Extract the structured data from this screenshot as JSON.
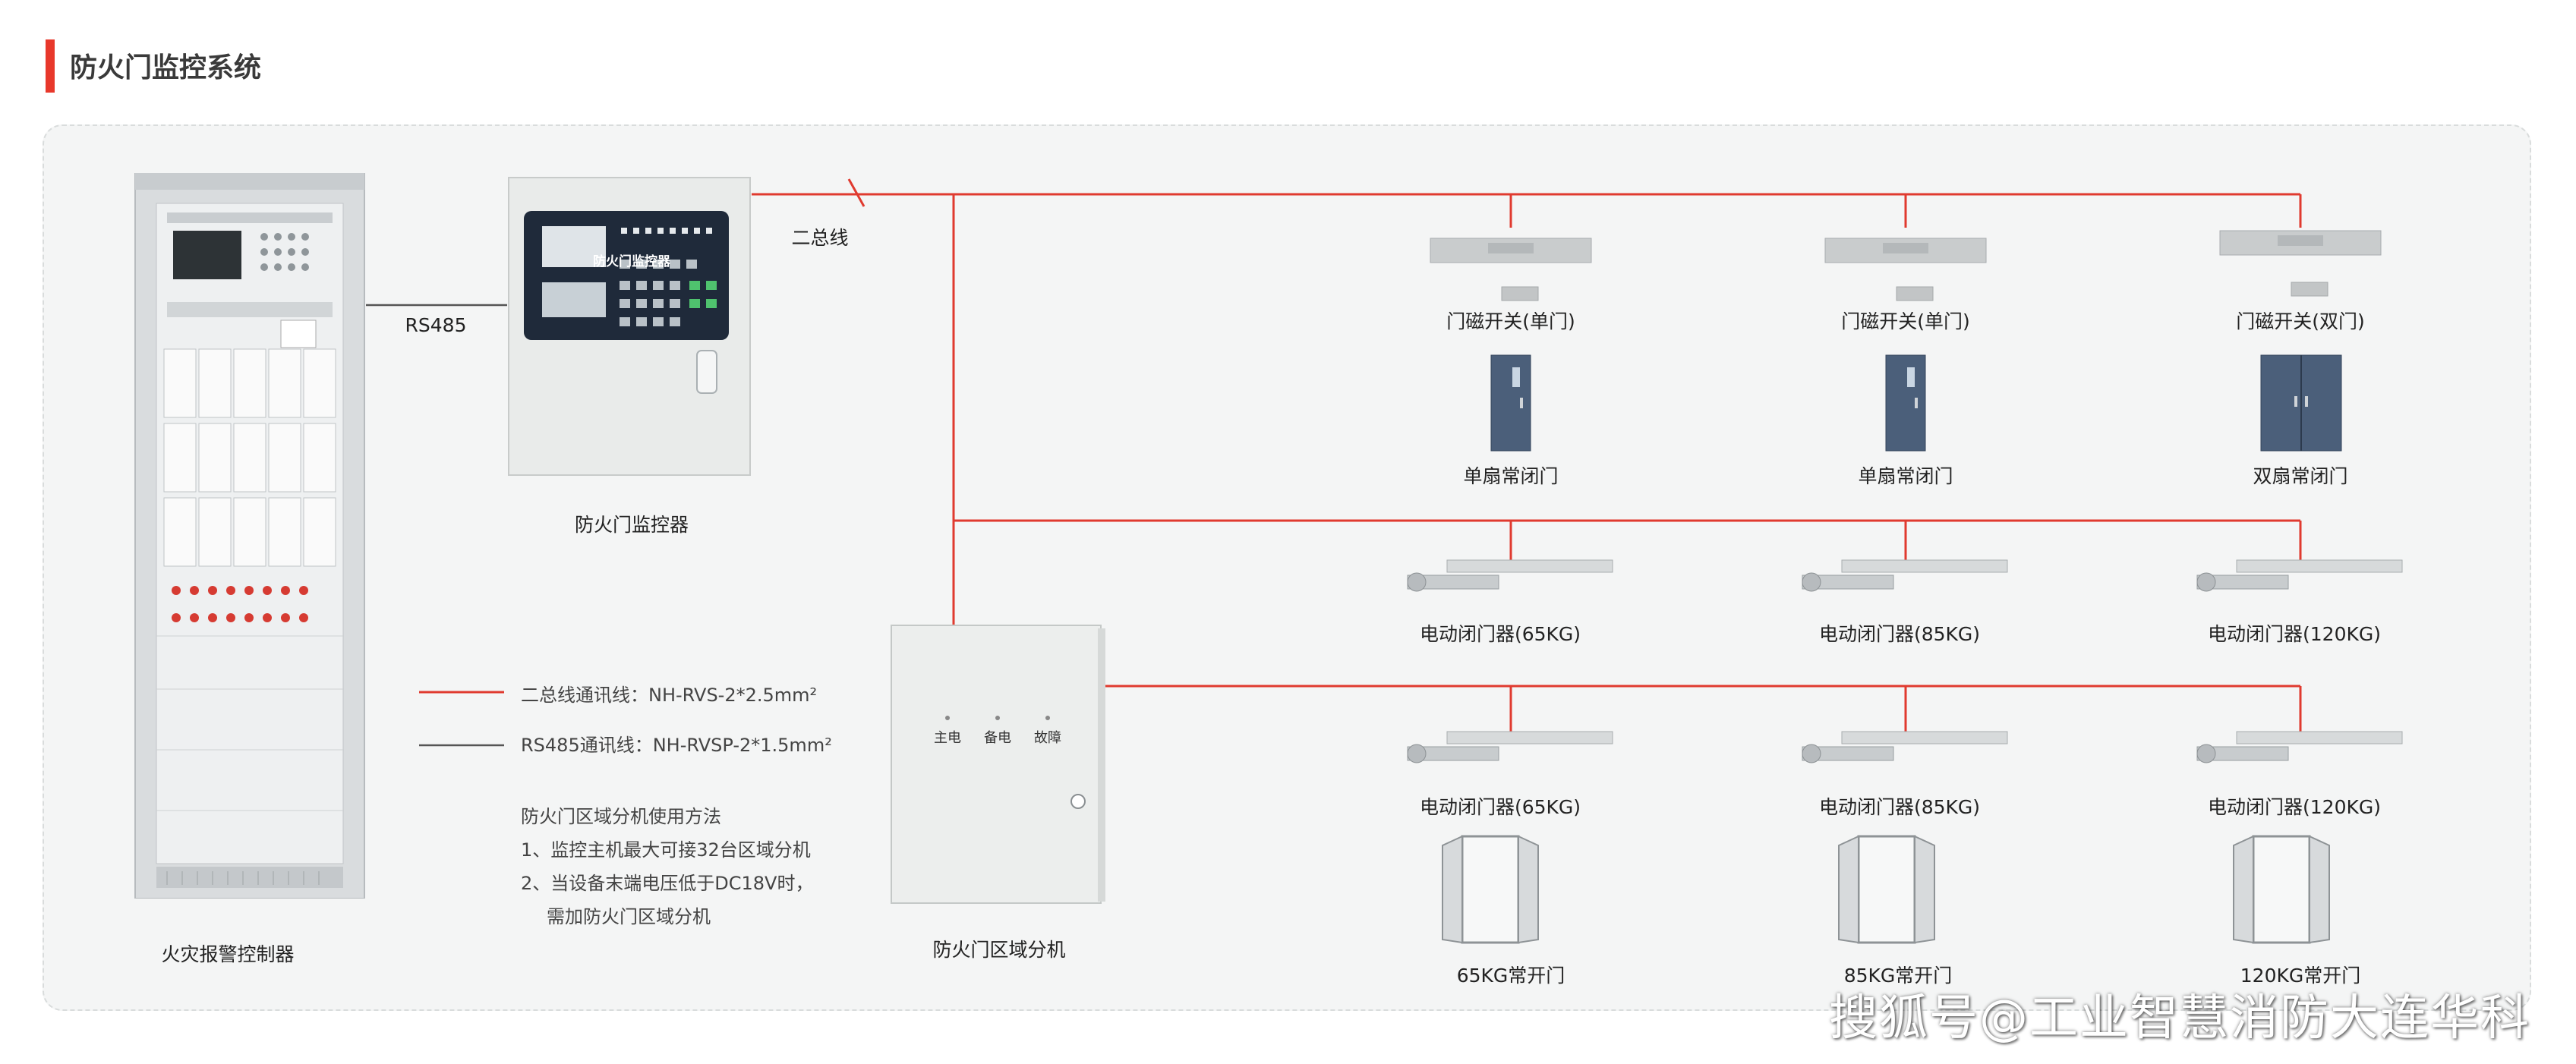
{
  "title": "防火门监控系统",
  "labels": {
    "fire_controller": "火灾报警控制器",
    "monitor": "防火门监控器",
    "zone_unit": "防火门区域分机",
    "rs485": "RS485",
    "bus": "二总线"
  },
  "monitor_panel_title": "防火门监控器",
  "zone_indicators": [
    "主电",
    "备电",
    "故障"
  ],
  "legend": {
    "bus_line": "二总线通讯线：NH-RVS-2*2.5mm²",
    "rs485_line": "RS485通讯线：NH-RVSP-2*1.5mm²"
  },
  "usage": {
    "heading": "防火门区域分机使用方法",
    "line1": "1、监控主机最大可接32台区域分机",
    "line2": "2、当设备末端电压低于DC18V时，",
    "line3": "需加防火门区域分机"
  },
  "devices": {
    "row1": {
      "sensor1": "门磁开关(单门)",
      "sensor2": "门磁开关(单门)",
      "sensor3": "门磁开关(双门)",
      "door1": "单扇常闭门",
      "door2": "单扇常闭门",
      "door3": "双扇常闭门"
    },
    "row2": {
      "c1": "电动闭门器(65KG)",
      "c2": "电动闭门器(85KG)",
      "c3": "电动闭门器(120KG)"
    },
    "row3": {
      "c1": "电动闭门器(65KG)",
      "c2": "电动闭门器(85KG)",
      "c3": "电动闭门器(120KG)",
      "door1": "65KG常开门",
      "door2": "85KG常开门",
      "door3": "120KG常开门"
    }
  },
  "watermark": "搜狐号@工业智慧消防大连华科",
  "colors": {
    "accent": "#e8382b",
    "bus_wire": "#e03a2f",
    "rs485_wire": "#555555",
    "frame_bg": "#f4f5f5"
  }
}
